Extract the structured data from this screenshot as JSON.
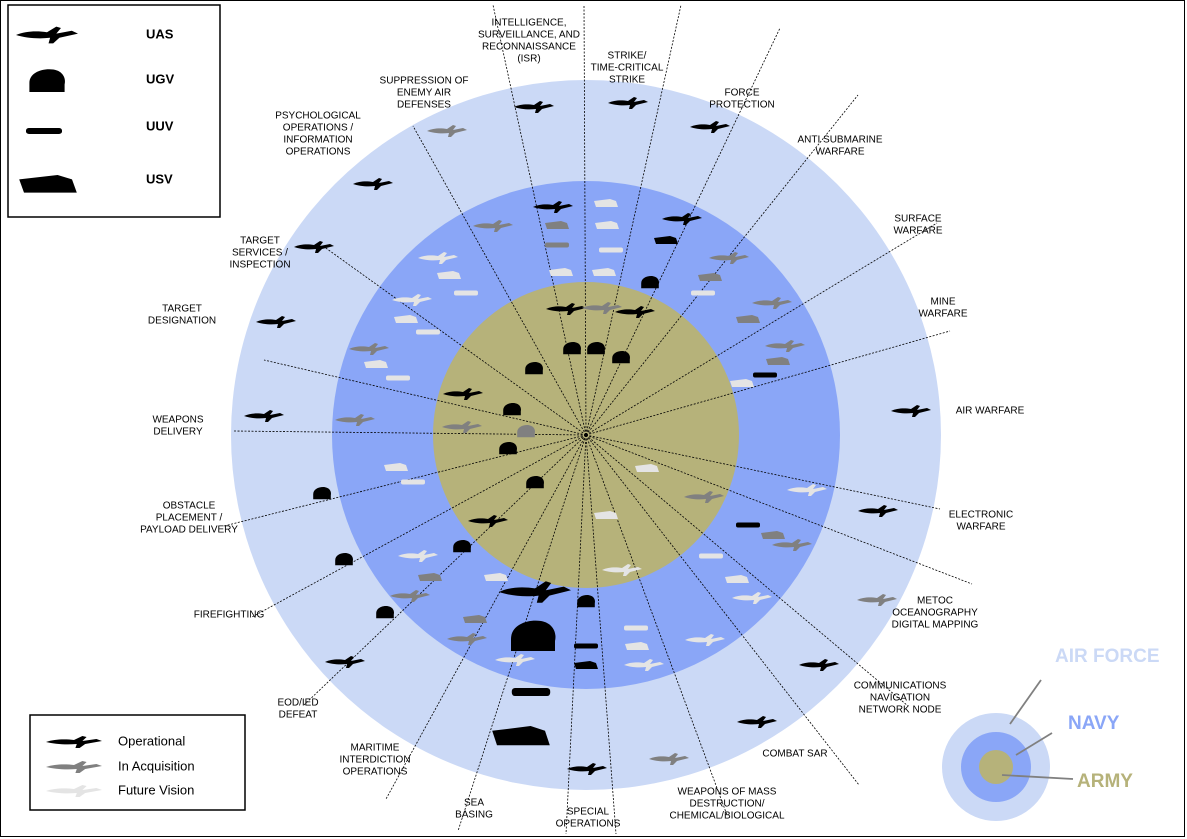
{
  "vehicle_key": [
    {
      "label": "UAS",
      "icon": "uas-icon"
    },
    {
      "label": "UGV",
      "icon": "ugv-icon"
    },
    {
      "label": "UUV",
      "icon": "uuv-icon"
    },
    {
      "label": "USV",
      "icon": "usv-icon"
    }
  ],
  "status_legend": [
    {
      "label": "Operational",
      "color": "#000000"
    },
    {
      "label": "In Acquisition",
      "color": "#808080"
    },
    {
      "label": "Future Vision",
      "color": "#e4e4e4"
    }
  ],
  "services": [
    {
      "name": "AIR FORCE",
      "color": "#cbd9f6"
    },
    {
      "name": "NAVY",
      "color": "#8aa6f7"
    },
    {
      "name": "ARMY",
      "color": "#b6b27a"
    }
  ],
  "missions": [
    [
      "INTELLIGENCE,",
      "SURVEILLANCE, AND",
      "RECONNAISSANCE",
      "(ISR)"
    ],
    [
      "STRIKE/",
      "TIME-CRITICAL",
      "STRIKE"
    ],
    [
      "FORCE",
      "PROTECTION"
    ],
    [
      "ANTI SUBMARINE",
      "WARFARE"
    ],
    [
      "SURFACE",
      "WARFARE"
    ],
    [
      "MINE",
      "WARFARE"
    ],
    [
      "AIR WARFARE"
    ],
    [
      "ELECTRONIC",
      "WARFARE"
    ],
    [
      "METOC",
      "OCEANOGRAPHY",
      "DIGITAL MAPPING"
    ],
    [
      "COMMUNICATIONS",
      "NAVIGATION",
      "NETWORK  NODE"
    ],
    [
      "COMBAT SAR"
    ],
    [
      "WEAPONS OF MASS",
      "DESTRUCTION/",
      "CHEMICAL/BIOLOGICAL"
    ],
    [
      "SPECIAL",
      "OPERATIONS"
    ],
    [
      "SEA",
      "BASING"
    ],
    [
      "MARITIME",
      "INTERDICTION",
      "OPERATIONS"
    ],
    [
      "EOD/IED",
      "DEFEAT"
    ],
    [
      "FIREFIGHTING"
    ],
    [
      "OBSTACLE",
      "PLACEMENT /",
      "PAYLOAD DELIVERY"
    ],
    [
      "TARGET",
      "SERVICES /",
      "INSPECTION"
    ],
    [
      "WEAPONS",
      "DELIVERY"
    ],
    [
      "TARGET",
      "DESIGNATION"
    ],
    [
      "PSYCHOLOGICAL",
      "OPERATIONS /",
      "INFORMATION",
      "OPERATIONS"
    ],
    [
      "SUPPRESSION OF",
      "ENEMY AIR",
      "DEFENSES"
    ]
  ]
}
